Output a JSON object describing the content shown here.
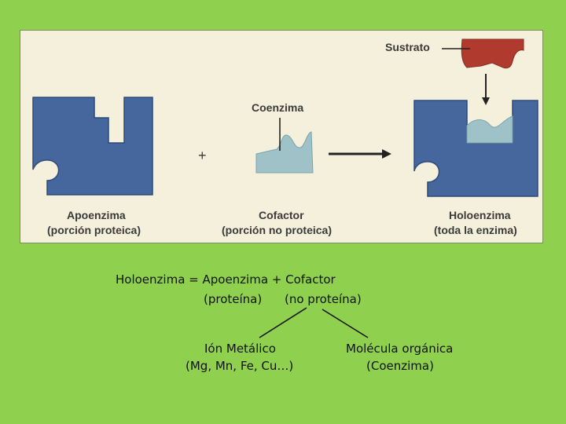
{
  "figure": {
    "sustrato": "Sustrato",
    "coenzima": "Coenzima",
    "plus": "+",
    "apoenzima": "Apoenzima",
    "apoenzima_desc": "(porción proteica)",
    "cofactor": "Cofactor",
    "cofactor_desc": "(porción no proteica)",
    "holoenzima": "Holoenzima",
    "holoenzima_desc": "(toda la enzima)"
  },
  "equation": {
    "line1": "Holoenzima = Apoenzima + Cofactor",
    "proteina": "(proteína)",
    "no_proteina": "(no proteína)"
  },
  "branches": {
    "ion_metalico": "Ión Metálico",
    "ion_metalico_examples": "(Mg, Mn, Fe, Cu…)",
    "molecula_organica": "Molécula orgánica",
    "molecula_organica_example": "(Coenzima)"
  },
  "colors": {
    "background": "#8fd14f",
    "panel": "#f5f0dc",
    "enzyme_blue": "#46669e",
    "cofactor_teal": "#9fc2c8",
    "substrate_red": "#b03a2e"
  }
}
